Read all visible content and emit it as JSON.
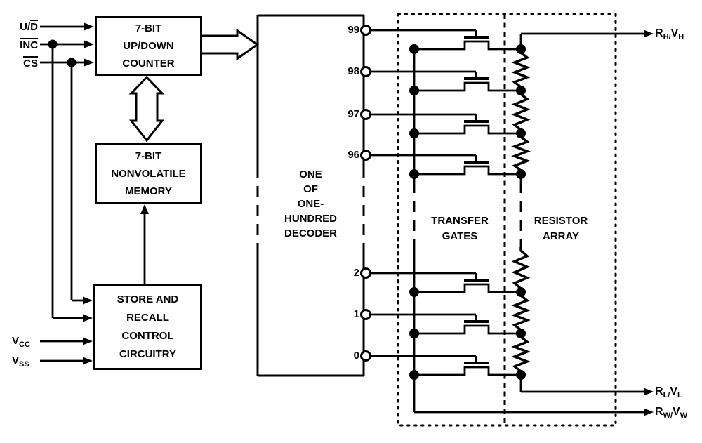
{
  "pins": {
    "ud": {
      "pre": "U/",
      "over": "D"
    },
    "inc": {
      "over": "INC"
    },
    "cs": {
      "over": "CS"
    },
    "vcc": {
      "base": "V",
      "sub": "CC"
    },
    "vss": {
      "base": "V",
      "sub": "SS"
    }
  },
  "blocks": {
    "counter": "7-BIT\nUP/DOWN\nCOUNTER",
    "memory": "7-BIT\nNONVOLATILE\nMEMORY",
    "store": "STORE AND\nRECALL\nCONTROL\nCIRCUITRY",
    "decoder": "ONE\nOF\nONE-\nHUNDRED\nDECODER",
    "transfer_gates": "TRANSFER\nGATES",
    "resistor_array": "RESISTOR\nARRAY"
  },
  "decoder_outputs": [
    "99",
    "98",
    "97",
    "96",
    "2",
    "1",
    "0"
  ],
  "terminals": {
    "rh": {
      "base1": "R",
      "sub1": "H/",
      "base2": "V",
      "sub2": "H"
    },
    "rl": {
      "base1": "R",
      "sub1": "L/",
      "base2": "V",
      "sub2": "L"
    },
    "rw": {
      "base1": "R",
      "sub1": "W/",
      "base2": "V",
      "sub2": "W"
    }
  },
  "colors": {
    "ink": "#000000",
    "background": "#ffffff"
  }
}
